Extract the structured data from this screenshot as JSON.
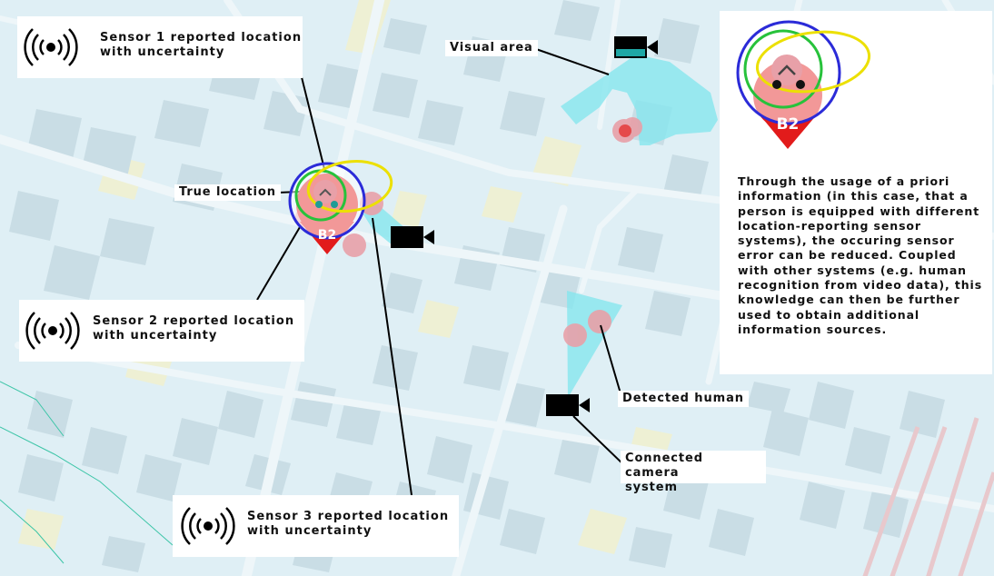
{
  "labels": {
    "visual_area": "Visual area",
    "true_location": "True location",
    "detected_human": "Detected human",
    "camera_line1": "Connected camera",
    "camera_line2": "system"
  },
  "sensors": [
    {
      "line1": "Sensor 1 reported location",
      "line2": "with uncertainty"
    },
    {
      "line1": "Sensor 2 reported location",
      "line2": "with uncertainty"
    },
    {
      "line1": "Sensor 3 reported location",
      "line2": "with uncertainty"
    }
  ],
  "badge": "B2",
  "info_text": "Through the usage of a priori information (in this case, that a person is equipped with different location-reporting sensor systems), the occuring sensor error can be reduced. Coupled with other systems (e.g. human recognition from video data), this knowledge can then be further used to obtain additional information sources.",
  "icons": {
    "sensor": "wireless-signal-icon",
    "camera": "video-camera-icon",
    "person": "person-location-pin-icon"
  },
  "colors": {
    "map_background": "#dfeff5",
    "building": "#c9dde5",
    "street": "#eef6f9",
    "vacant_lot": "#eef0d4",
    "railway": "#e8c8cc",
    "camera_view": "#86e6ee",
    "detected_marker": "#e8a0a8",
    "pin": "#e21b1b",
    "sensor1_circle": "#2b2bd8",
    "sensor2_circle": "#27c23b",
    "sensor3_circle": "#ece000"
  }
}
